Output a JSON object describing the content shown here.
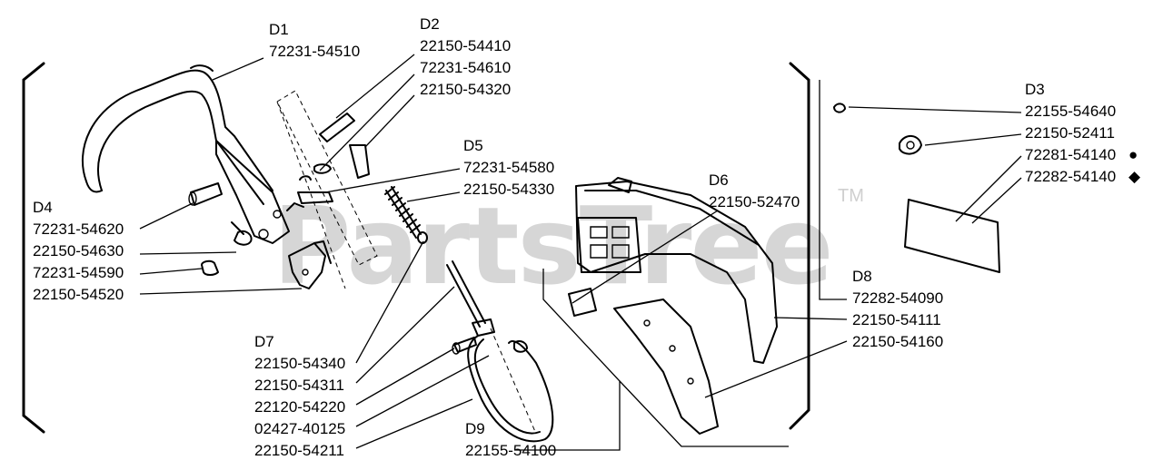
{
  "watermark": {
    "text": "PartsTree",
    "trademark": "TM"
  },
  "groups": {
    "D1": {
      "label": "D1",
      "parts": [
        "72231-54510"
      ]
    },
    "D2": {
      "label": "D2",
      "parts": [
        "22150-54410",
        "72231-54610",
        "22150-54320"
      ]
    },
    "D3": {
      "label": "D3",
      "parts": [
        "22155-54640",
        "22150-52411",
        "72281-54140",
        "72282-54140"
      ]
    },
    "D4": {
      "label": "D4",
      "parts": [
        "72231-54620",
        "22150-54630",
        "72231-54590",
        "22150-54520"
      ]
    },
    "D5": {
      "label": "D5",
      "parts": [
        "72231-54580",
        "22150-54330"
      ]
    },
    "D6": {
      "label": "D6",
      "parts": [
        "22150-52470"
      ]
    },
    "D7": {
      "label": "D7",
      "parts": [
        "22150-54340",
        "22150-54311",
        "22120-54220",
        "02427-40125",
        "22150-54211"
      ]
    },
    "D8": {
      "label": "D8",
      "parts": [
        "72282-54090",
        "22150-54111",
        "22150-54160"
      ]
    },
    "D9": {
      "label": "D9",
      "parts": [
        "22155-54100"
      ]
    }
  },
  "markers": {
    "circle": "●",
    "diamond": "◆"
  }
}
